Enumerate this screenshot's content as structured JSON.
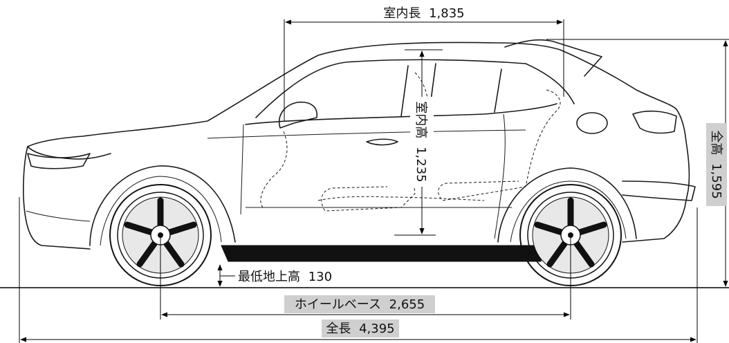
{
  "dimensions": {
    "interior_length": {
      "label": "室内長",
      "value": "1,835"
    },
    "interior_height": {
      "label": "室内高",
      "value": "1,235"
    },
    "overall_height": {
      "label": "全高",
      "value": "1,595"
    },
    "ground_clearance": {
      "label": "最低地上高",
      "value": "130"
    },
    "wheelbase": {
      "label": "ホイールベース",
      "value": "2,655"
    },
    "overall_length": {
      "label": "全長",
      "value": "4,395"
    }
  }
}
